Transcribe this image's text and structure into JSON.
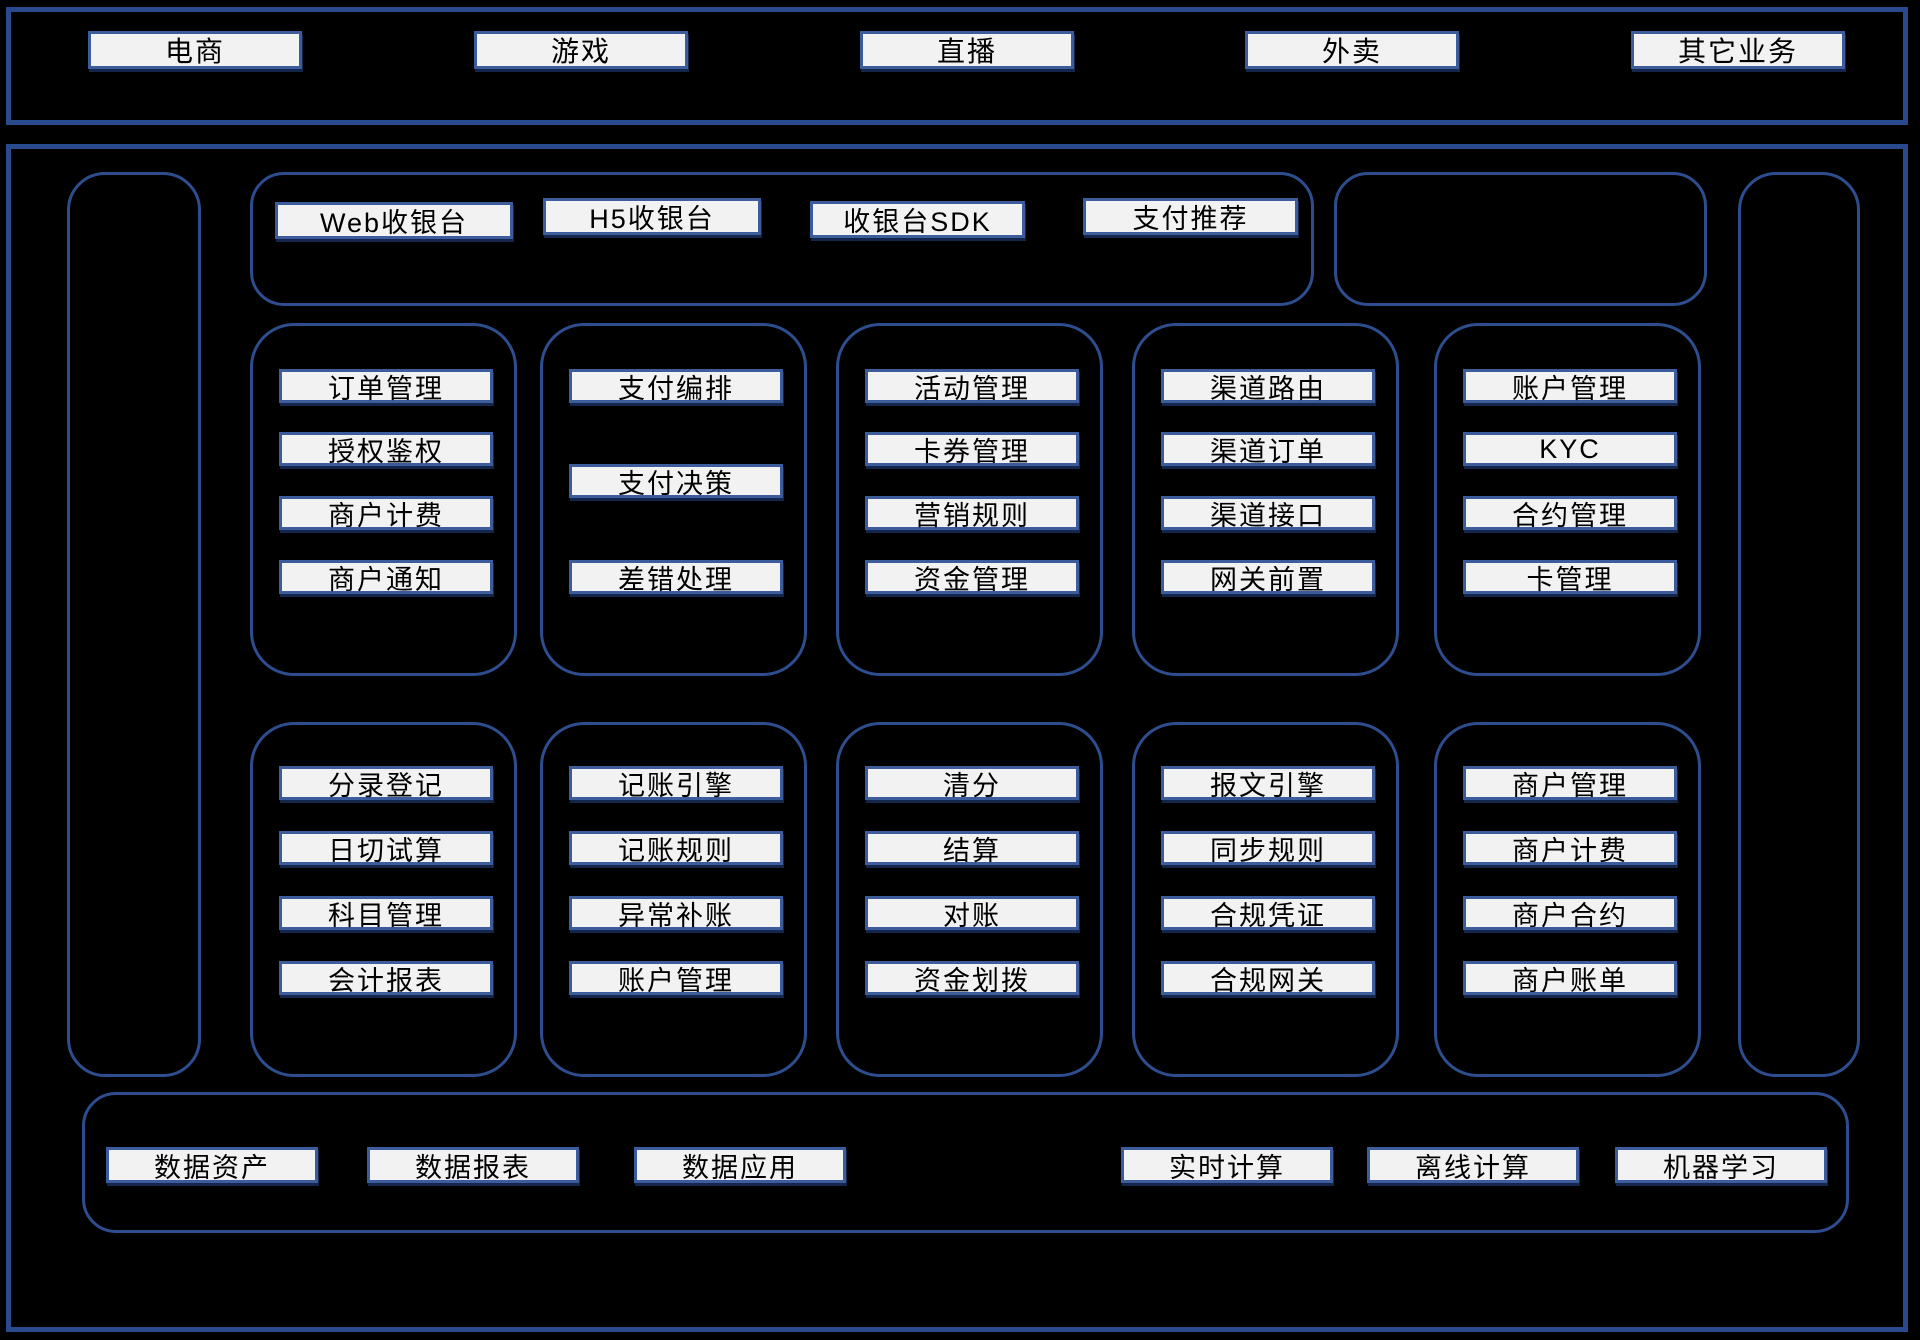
{
  "colors": {
    "background": "#000000",
    "container_border": "#2a4a8e",
    "node_border": "#3c5c9c",
    "node_fill": "#f2f2f2",
    "text": "#000000"
  },
  "top_bar": {
    "items": [
      "电商",
      "游戏",
      "直播",
      "外卖",
      "其它业务"
    ]
  },
  "payment_products": {
    "items": [
      "Web收银台",
      "H5收银台",
      "收银台SDK",
      "支付推荐"
    ]
  },
  "middle_columns": [
    {
      "items": [
        "订单管理",
        "授权鉴权",
        "商户计费",
        "商户通知"
      ]
    },
    {
      "items": [
        "支付编排",
        "支付决策",
        "差错处理"
      ]
    },
    {
      "items": [
        "活动管理",
        "卡券管理",
        "营销规则",
        "资金管理"
      ]
    },
    {
      "items": [
        "渠道路由",
        "渠道订单",
        "渠道接口",
        "网关前置"
      ]
    },
    {
      "items": [
        "账户管理",
        "KYC",
        "合约管理",
        "卡管理"
      ]
    }
  ],
  "bottom_columns": [
    {
      "items": [
        "分录登记",
        "日切试算",
        "科目管理",
        "会计报表"
      ]
    },
    {
      "items": [
        "记账引擎",
        "记账规则",
        "异常补账",
        "账户管理"
      ]
    },
    {
      "items": [
        "清分",
        "结算",
        "对账",
        "资金划拨"
      ]
    },
    {
      "items": [
        "报文引擎",
        "同步规则",
        "合规凭证",
        "合规网关"
      ]
    },
    {
      "items": [
        "商户管理",
        "商户计费",
        "商户合约",
        "商户账单"
      ]
    }
  ],
  "data_platform": {
    "left_items": [
      "数据资产",
      "数据报表",
      "数据应用"
    ],
    "right_items": [
      "实时计算",
      "离线计算",
      "机器学习"
    ]
  }
}
